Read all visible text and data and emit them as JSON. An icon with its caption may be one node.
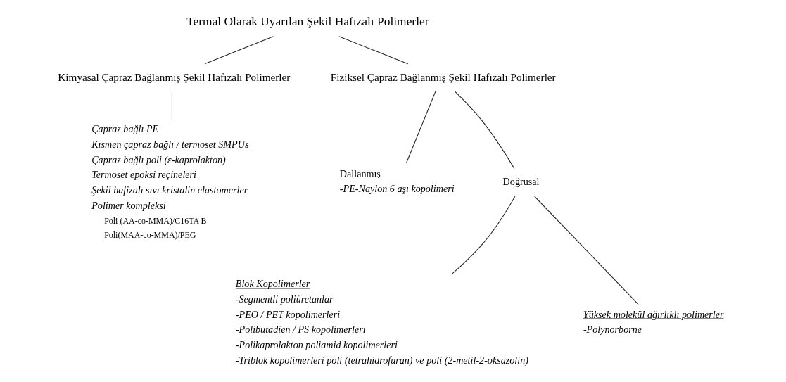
{
  "diagram": {
    "nodes": [
      {
        "text": [
          "Termal Olarak Uyarılan Şekil Hafızalı Polimerler"
        ]
      },
      {
        "text": [
          "Kimyasal Çapraz Bağlanmış Şekil Hafızalı Polimerler"
        ]
      },
      {
        "text": [
          "Fiziksel Çapraz Bağlanmış Şekil Hafızalı Polimerler"
        ]
      },
      {
        "text": [
          "Çapraz bağlı PE",
          "Kısmen çapraz bağlı / termoset SMPUs",
          "Çapraz bağlı poli (ε-kaprolakton)",
          "Termoset epoksi reçineleri",
          "Şekil hafizalı sıvı kristalin elastomerler",
          "Polimer kompleksi",
          "Poli (AA-co-MMA)/C16TA B",
          "Poli(MAA-co-MMA)/PEG"
        ]
      },
      {
        "text": [
          "Dallanmış"
        ],
        "beside": [
          "-PE-Naylon 6 aşı kopolimeri"
        ]
      },
      {
        "text": [
          "Doğrusal"
        ]
      },
      {
        "text": [
          "Blok Kopolimerler"
        ],
        "beside": [
          "-Segmentli poliüretanlar",
          "-PEO / PET kopolimerleri",
          "-Polibutadien / PS kopolimerleri",
          "-Polikaprolakton poliamid kopolimerleri",
          "-Triblok kopolimerleri poli (tetrahidrofuran) ve poli (2-metil-2-oksazolin)"
        ]
      },
      {
        "text": [
          "Yüksek molekül ağırlıklı polimerler"
        ],
        "beside": [
          "-Polynorborne"
        ]
      }
    ],
    "edges": [
      {
        "from": 0,
        "to": 1,
        "arrow": "none"
      },
      {
        "from": 0,
        "to": 2,
        "arrow": "none"
      },
      {
        "from": 1,
        "to": 3,
        "arrow": "none"
      },
      {
        "from": 2,
        "to": 4,
        "arrow": "none"
      },
      {
        "from": 2,
        "to": 5,
        "arrow": "none"
      },
      {
        "from": 5,
        "to": 6,
        "arrow": "none"
      },
      {
        "from": 5,
        "to": 7,
        "arrow": "none"
      }
    ]
  }
}
